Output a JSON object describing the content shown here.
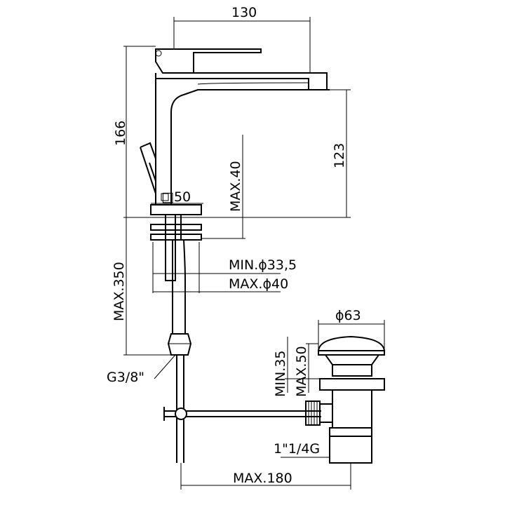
{
  "dimensions": {
    "width_top": "130",
    "height_total": "166",
    "spout_height": "123",
    "max_deck_thickness": "MAX.40",
    "base_square": "□50",
    "hole_min": "MIN.ϕ33,5",
    "hole_max": "MAX.ϕ40",
    "hose_length": "MAX.350",
    "hose_thread": "G3/8\"",
    "waste_diameter": "ϕ63",
    "waste_min": "MIN.35",
    "waste_max": "MAX.50",
    "waste_thread": "1\"1/4G",
    "rod_length": "MAX.180"
  }
}
